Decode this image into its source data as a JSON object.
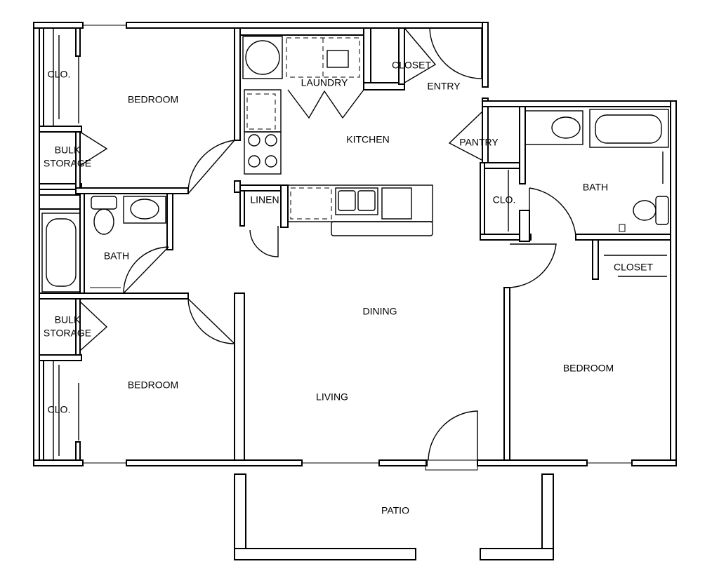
{
  "rooms": {
    "bedroom_nw": "BEDROOM",
    "closet_nw": "CLO.",
    "bulk_storage_nw": [
      "BULK",
      "STORAGE"
    ],
    "bath_w": "BATH",
    "bulk_storage_sw": [
      "BULK",
      "STORAGE"
    ],
    "closet_sw": "CLO.",
    "bedroom_sw": "BEDROOM",
    "laundry": "LAUNDRY",
    "closet_entry": "CLOSET",
    "entry": "ENTRY",
    "kitchen": "KITCHEN",
    "linen": "LINEN",
    "pantry": "PANTRY",
    "closet_e": "CLO.",
    "bath_e": "BATH",
    "closet_e_bedroom": "CLOSET",
    "bedroom_e": "BEDROOM",
    "dining": "DINING",
    "living": "LIVING",
    "patio": "PATIO"
  }
}
